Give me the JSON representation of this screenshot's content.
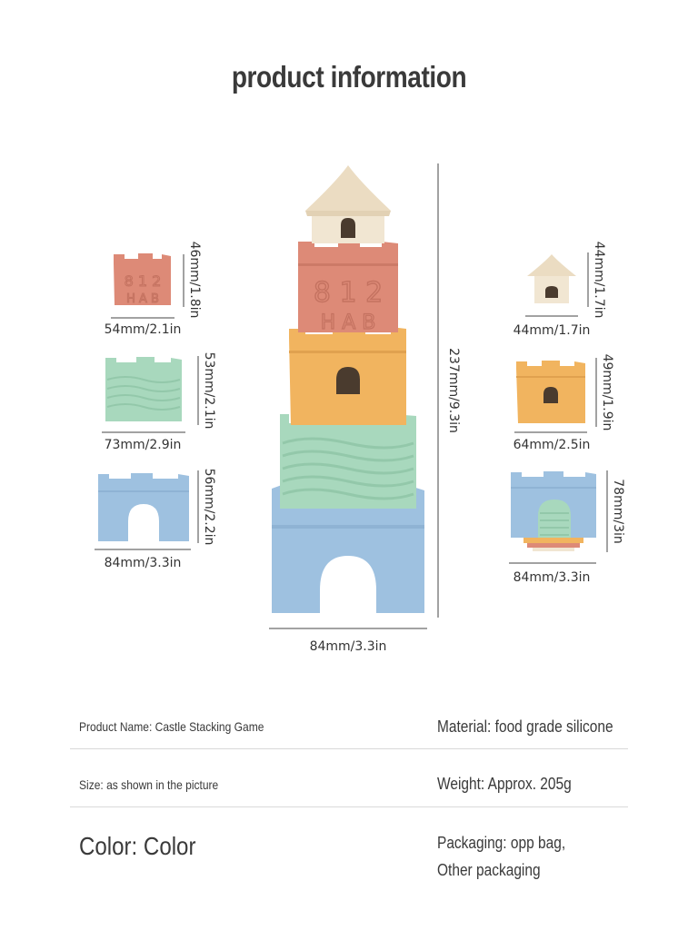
{
  "title": "product information",
  "tower": {
    "height_label": "237mm/9.3in",
    "width_label": "84mm/3.3in",
    "digits": "8 1 2",
    "letters": "H A B"
  },
  "left_pieces": [
    {
      "width_label": "54mm/2.1in",
      "height_label": "46mm/1.8in",
      "color": "#dd8a77",
      "digits": "8 1 2",
      "letters": "H A B"
    },
    {
      "width_label": "73mm/2.9in",
      "height_label": "53mm/2.1in",
      "color": "#a8d8bd"
    },
    {
      "width_label": "84mm/3.3in",
      "height_label": "56mm/2.2in",
      "color": "#9ec1e0"
    }
  ],
  "right_pieces": [
    {
      "width_label": "44mm/1.7in",
      "height_label": "44mm/1.7in",
      "color": "#f1e6d2"
    },
    {
      "width_label": "64mm/2.5in",
      "height_label": "49mm/1.9in",
      "color": "#f1b45f"
    },
    {
      "width_label": "84mm/3.3in",
      "height_label": "78mm/3in",
      "color": "#9ec1e0"
    }
  ],
  "colors": {
    "blue": "#9ec1e0",
    "green": "#a8d8bd",
    "orange": "#f1b45f",
    "terracotta": "#dd8a77",
    "cream": "#f1e6d2"
  },
  "info": {
    "product_name": "Product Name: Castle Stacking Game",
    "material": "Material: food grade silicone",
    "size": "Size: as shown in the picture",
    "weight": "Weight: Approx. 205g",
    "color": "Color: Color",
    "packaging_line1": "Packaging: opp bag,",
    "packaging_line2": "Other packaging"
  }
}
